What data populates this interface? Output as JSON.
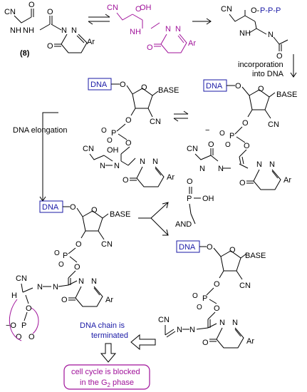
{
  "labels": {
    "compound_number": "(8)",
    "incorporation": "incorporation",
    "into_dna": "into DNA",
    "dna_elongation": "DNA elongation",
    "dna": "DNA",
    "base": "BASE",
    "cn": "CN",
    "ar": "Ar",
    "oh": "OH",
    "o": "O",
    "p": "P",
    "n": "N",
    "h": "H",
    "nh": "NH",
    "ppp": "O-P-P-P",
    "and": "AND",
    "minus": "−",
    "terminated_line1": "DNA chain is",
    "terminated_line2": "terminated",
    "blocked_line1": "cell cycle is blocked",
    "blocked_line2_prefix": "in the G",
    "blocked_line2_sub": "2",
    "blocked_line2_suffix": " phase"
  },
  "colors": {
    "magenta": "#a0129a",
    "blue": "#1a1aa6",
    "black": "#000000"
  }
}
